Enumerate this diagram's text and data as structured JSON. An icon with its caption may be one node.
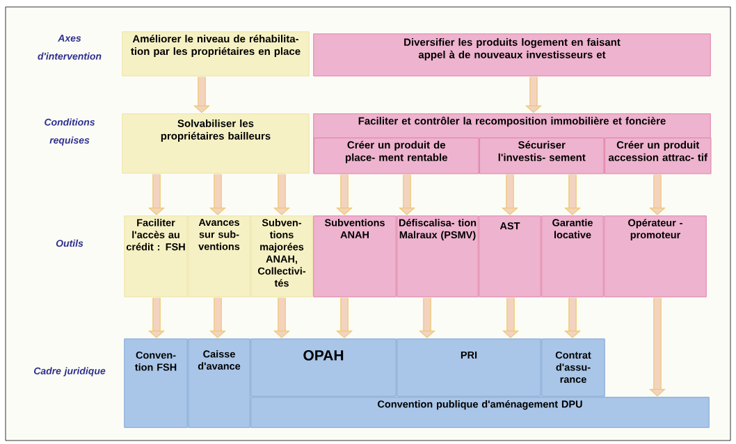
{
  "diagram": {
    "nodes": [
      {
        "text": [
          "Améliorer le niveau de réhabilita- tion par les propriétaires en place"
        ]
      },
      {
        "text": [
          "Diversifier les produits logement en faisant appel à de nouveaux investisseurs et"
        ]
      },
      {
        "text": [
          "Solvabiliser les propriétaires bailleurs"
        ]
      },
      {
        "text": [
          "Faciliter et contrôler la recomposition immobilière et foncière"
        ]
      },
      {
        "text": [
          "Créer un produit de place- ment rentable"
        ],
        "in": 3
      },
      {
        "text": [
          "Sécuriser l'investis- sement"
        ],
        "in": 3
      },
      {
        "text": [
          "Créer un produit accession attrac- tif"
        ],
        "in": 3
      },
      {
        "text": [
          "Faciliter l'accès au crédit : FSH"
        ]
      },
      {
        "text": [
          "Avances sur sub- ventions"
        ]
      },
      {
        "text": [
          "Subven- tions majorées ANAH, Collectivi- tés"
        ]
      },
      {
        "text": [
          "Subventions ANAH"
        ]
      },
      {
        "text": [
          "Défiscalisa- tion Malraux (PSMV)"
        ]
      },
      {
        "text": [
          "AST"
        ]
      },
      {
        "text": [
          "Garantie locative"
        ]
      },
      {
        "text": [
          "Opérateur - promoteur"
        ]
      },
      {
        "text": [
          "Conven- tion FSH"
        ]
      },
      {
        "text": [
          "Caisse d'avance"
        ]
      },
      {
        "text": [
          "OPAH"
        ]
      },
      {
        "text": [
          "PRI"
        ]
      },
      {
        "text": [
          "Contrat d'assu- rance"
        ]
      },
      {
        "text": [
          "Convention publique d'aménagement DPU"
        ]
      }
    ],
    "edges": [
      {
        "from": 0,
        "to": 2,
        "arrow": "to"
      },
      {
        "from": 1,
        "to": 3,
        "arrow": "to"
      },
      {
        "from": 2,
        "to": 7,
        "arrow": "to"
      },
      {
        "from": 2,
        "to": 8,
        "arrow": "to"
      },
      {
        "from": 2,
        "to": 9,
        "arrow": "to"
      },
      {
        "from": 4,
        "to": 10,
        "arrow": "to"
      },
      {
        "from": 4,
        "to": 11,
        "arrow": "to"
      },
      {
        "from": 5,
        "to": 12,
        "arrow": "to"
      },
      {
        "from": 5,
        "to": 13,
        "arrow": "to"
      },
      {
        "from": 6,
        "to": 14,
        "arrow": "to"
      },
      {
        "from": 7,
        "to": 15,
        "arrow": "to"
      },
      {
        "from": 8,
        "to": 16,
        "arrow": "to"
      },
      {
        "from": 9,
        "to": 17,
        "arrow": "to"
      },
      {
        "from": 10,
        "to": 17,
        "arrow": "to"
      },
      {
        "from": 11,
        "to": 18,
        "arrow": "to"
      },
      {
        "from": 12,
        "to": 18,
        "arrow": "to"
      },
      {
        "from": 13,
        "to": 19,
        "arrow": "to"
      },
      {
        "from": 14,
        "to": 20,
        "arrow": "to"
      }
    ],
    "labels": [
      "Axes d'intervention",
      "Conditions requises",
      "Outils",
      "Cadre juridique"
    ]
  }
}
